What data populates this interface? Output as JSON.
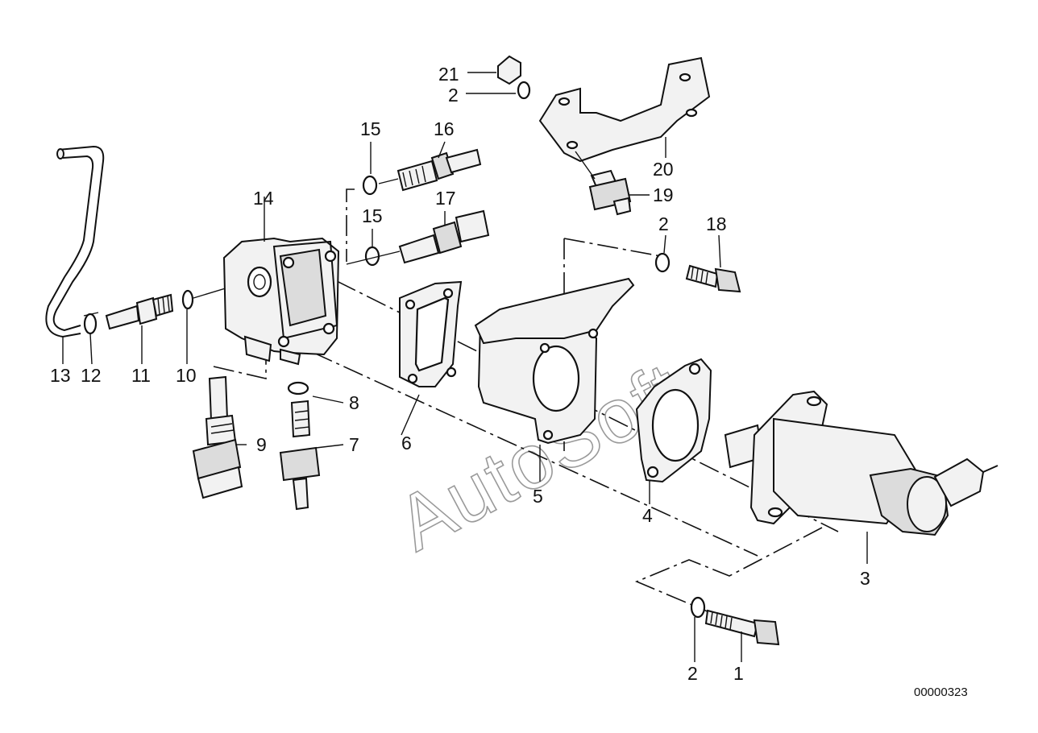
{
  "diagram": {
    "watermark": "AutoSoft",
    "figure_number": "00000323",
    "callouts": [
      {
        "id": "c1",
        "label": "1"
      },
      {
        "id": "c2a",
        "label": "2"
      },
      {
        "id": "c2b",
        "label": "2"
      },
      {
        "id": "c2c",
        "label": "2"
      },
      {
        "id": "c3",
        "label": "3"
      },
      {
        "id": "c4",
        "label": "4"
      },
      {
        "id": "c5",
        "label": "5"
      },
      {
        "id": "c6",
        "label": "6"
      },
      {
        "id": "c7",
        "label": "7"
      },
      {
        "id": "c8",
        "label": "8"
      },
      {
        "id": "c9",
        "label": "9"
      },
      {
        "id": "c10",
        "label": "10"
      },
      {
        "id": "c11",
        "label": "11"
      },
      {
        "id": "c12",
        "label": "12"
      },
      {
        "id": "c13",
        "label": "13"
      },
      {
        "id": "c14",
        "label": "14"
      },
      {
        "id": "c15a",
        "label": "15"
      },
      {
        "id": "c15b",
        "label": "15"
      },
      {
        "id": "c16",
        "label": "16"
      },
      {
        "id": "c17",
        "label": "17"
      },
      {
        "id": "c18",
        "label": "18"
      },
      {
        "id": "c19",
        "label": "19"
      },
      {
        "id": "c20",
        "label": "20"
      },
      {
        "id": "c21",
        "label": "21"
      }
    ]
  }
}
